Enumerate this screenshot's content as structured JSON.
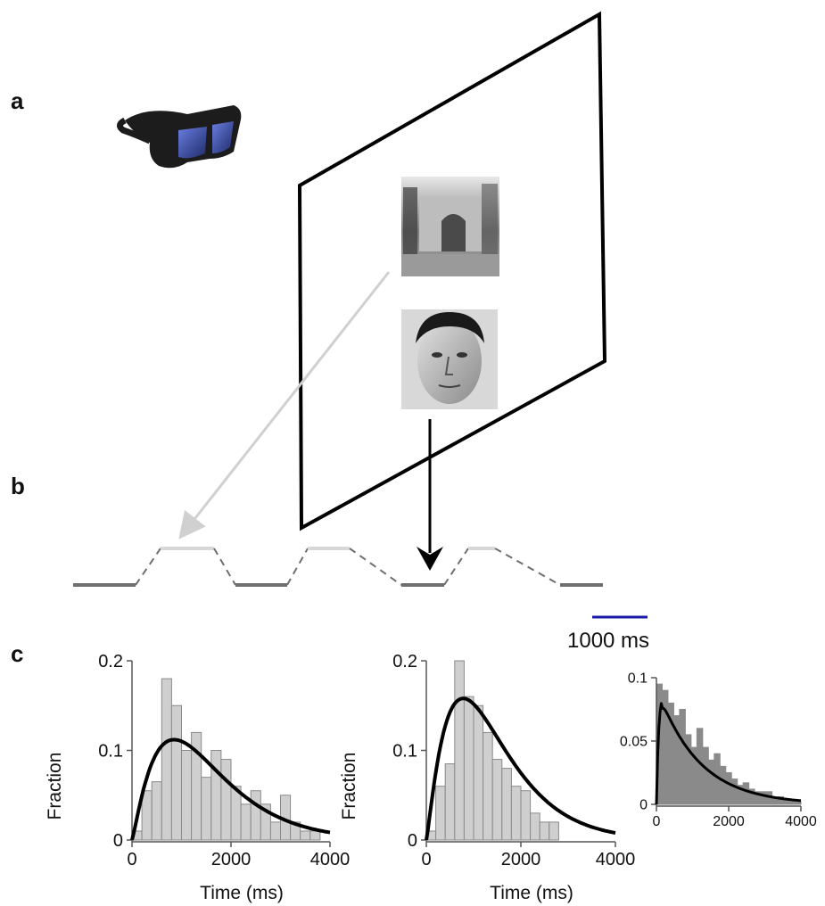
{
  "panels": {
    "a": "a",
    "b": "b",
    "c": "c"
  },
  "scale_bar": {
    "label": "1000 ms",
    "color": "#1a1aa6"
  },
  "colors": {
    "bar_fill": "#cfcfcf",
    "bar_fill_dark": "#8a8a8a",
    "curve": "#000000",
    "light_trace": "#d8d8d8",
    "dark_trace": "#6e6e6e"
  },
  "icons": {
    "goggles": "stereo-goggles-icon",
    "house": "house-photo",
    "face": "face-photo"
  },
  "chart_data": [
    {
      "type": "bar",
      "ylabel": "Fraction",
      "xlabel": "Time (ms)",
      "xlim": [
        0,
        4000
      ],
      "ylim": [
        0,
        0.2
      ],
      "xticks": [
        "0",
        "2000",
        "4000"
      ],
      "yticks": [
        "0",
        "0.1",
        "0.2"
      ],
      "bin_width": 200,
      "bin_starts": [
        0,
        200,
        400,
        600,
        800,
        1000,
        1200,
        1400,
        1600,
        1800,
        2000,
        2200,
        2400,
        2600,
        2800,
        3000,
        3200,
        3400,
        3600,
        3800
      ],
      "values": [
        0.01,
        0.055,
        0.065,
        0.18,
        0.15,
        0.1,
        0.12,
        0.07,
        0.1,
        0.09,
        0.06,
        0.04,
        0.055,
        0.04,
        0.02,
        0.05,
        0.02,
        0.01,
        0.01,
        0.0
      ],
      "fit_curve": {
        "shape": "gamma",
        "peak_x": 850,
        "peak_y": 0.112
      }
    },
    {
      "type": "bar",
      "ylabel": "Fraction",
      "xlabel": "Time (ms)",
      "xlim": [
        0,
        4000
      ],
      "ylim": [
        0,
        0.2
      ],
      "xticks": [
        "0",
        "2000",
        "4000"
      ],
      "yticks": [
        "0",
        "0.1",
        "0.2"
      ],
      "bin_width": 200,
      "bin_starts": [
        0,
        200,
        400,
        600,
        800,
        1000,
        1200,
        1400,
        1600,
        1800,
        2000,
        2200,
        2400,
        2600,
        2800,
        3000,
        3200,
        3400,
        3600,
        3800
      ],
      "values": [
        0.01,
        0.06,
        0.085,
        0.2,
        0.16,
        0.15,
        0.12,
        0.09,
        0.08,
        0.06,
        0.055,
        0.03,
        0.02,
        0.02,
        0.0,
        0.0,
        0.0,
        0.0,
        0.0,
        0.0
      ],
      "fit_curve": {
        "shape": "gamma",
        "peak_x": 780,
        "peak_y": 0.158
      }
    },
    {
      "type": "bar",
      "ylabel": "",
      "xlabel": "",
      "xlim": [
        0,
        4000
      ],
      "ylim": [
        0,
        0.1
      ],
      "xticks": [
        "0",
        "2000",
        "4000"
      ],
      "yticks": [
        "0",
        "0.05",
        "0.1"
      ],
      "bin_width": 160,
      "bin_starts": [
        0,
        160,
        320,
        480,
        640,
        800,
        960,
        1120,
        1280,
        1440,
        1600,
        1760,
        1920,
        2080,
        2240,
        2400,
        2560,
        2720,
        2880,
        3040,
        3200,
        3360,
        3520,
        3680,
        3840
      ],
      "values": [
        0.095,
        0.09,
        0.08,
        0.07,
        0.075,
        0.055,
        0.045,
        0.06,
        0.045,
        0.035,
        0.04,
        0.03,
        0.025,
        0.02,
        0.015,
        0.017,
        0.012,
        0.01,
        0.01,
        0.01,
        0.005,
        0.006,
        0.004,
        0.003,
        0.002
      ],
      "fit_curve": {
        "shape": "exponential",
        "peak_x": 150,
        "peak_y": 0.082
      }
    }
  ]
}
